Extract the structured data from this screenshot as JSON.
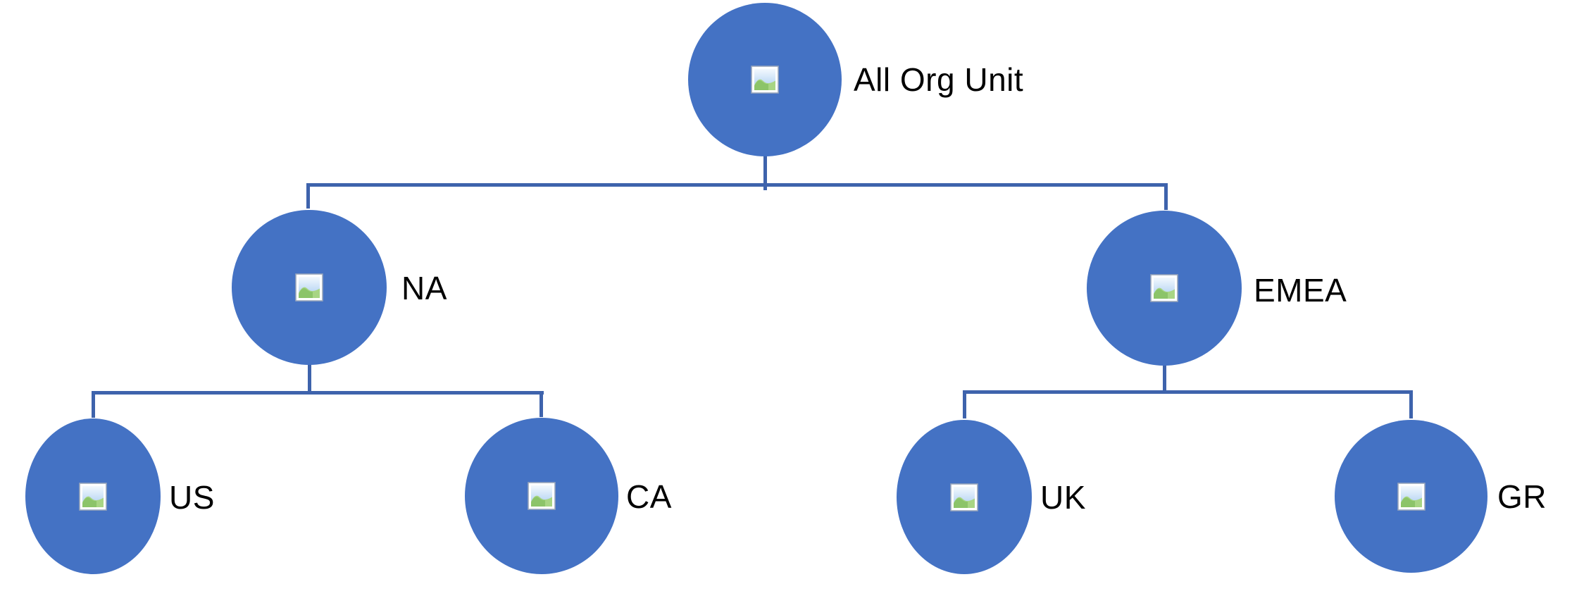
{
  "diagram": {
    "type": "org-chart",
    "nodes": [
      {
        "id": "all-org-unit",
        "label": "All Org Unit",
        "level": 1
      },
      {
        "id": "na",
        "label": "NA",
        "level": 2
      },
      {
        "id": "emea",
        "label": "EMEA",
        "level": 2
      },
      {
        "id": "us",
        "label": "US",
        "level": 3
      },
      {
        "id": "ca",
        "label": "CA",
        "level": 3
      },
      {
        "id": "uk",
        "label": "UK",
        "level": 3
      },
      {
        "id": "gr",
        "label": "GR",
        "level": 3
      }
    ],
    "edges": [
      {
        "parent": "All Org Unit",
        "child": "NA"
      },
      {
        "parent": "All Org Unit",
        "child": "EMEA"
      },
      {
        "parent": "NA",
        "child": "US"
      },
      {
        "parent": "NA",
        "child": "CA"
      },
      {
        "parent": "EMEA",
        "child": "UK"
      },
      {
        "parent": "EMEA",
        "child": "GR"
      }
    ],
    "node_icon": "picture-icon",
    "colors": {
      "node_fill": "#4472C4",
      "connector": "#3E63AC",
      "label": "#000000",
      "background": "#FFFFFF"
    }
  }
}
